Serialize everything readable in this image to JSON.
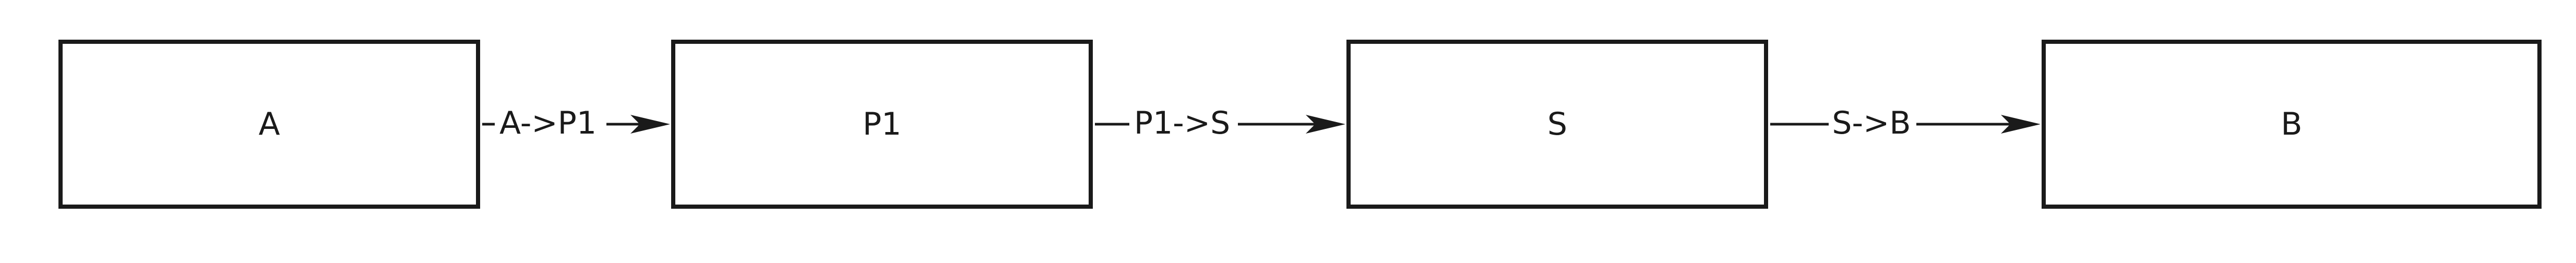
{
  "nodes": [
    {
      "id": "A",
      "label": "A"
    },
    {
      "id": "P1",
      "label": "P1"
    },
    {
      "id": "S",
      "label": "S"
    },
    {
      "id": "B",
      "label": "B"
    }
  ],
  "edges": [
    {
      "from": "A",
      "to": "P1",
      "label": "A->P1"
    },
    {
      "from": "P1",
      "to": "S",
      "label": "P1->S"
    },
    {
      "from": "S",
      "to": "B",
      "label": "S->B"
    }
  ],
  "colors": {
    "stroke": "#1a1a1a",
    "background": "#ffffff"
  }
}
